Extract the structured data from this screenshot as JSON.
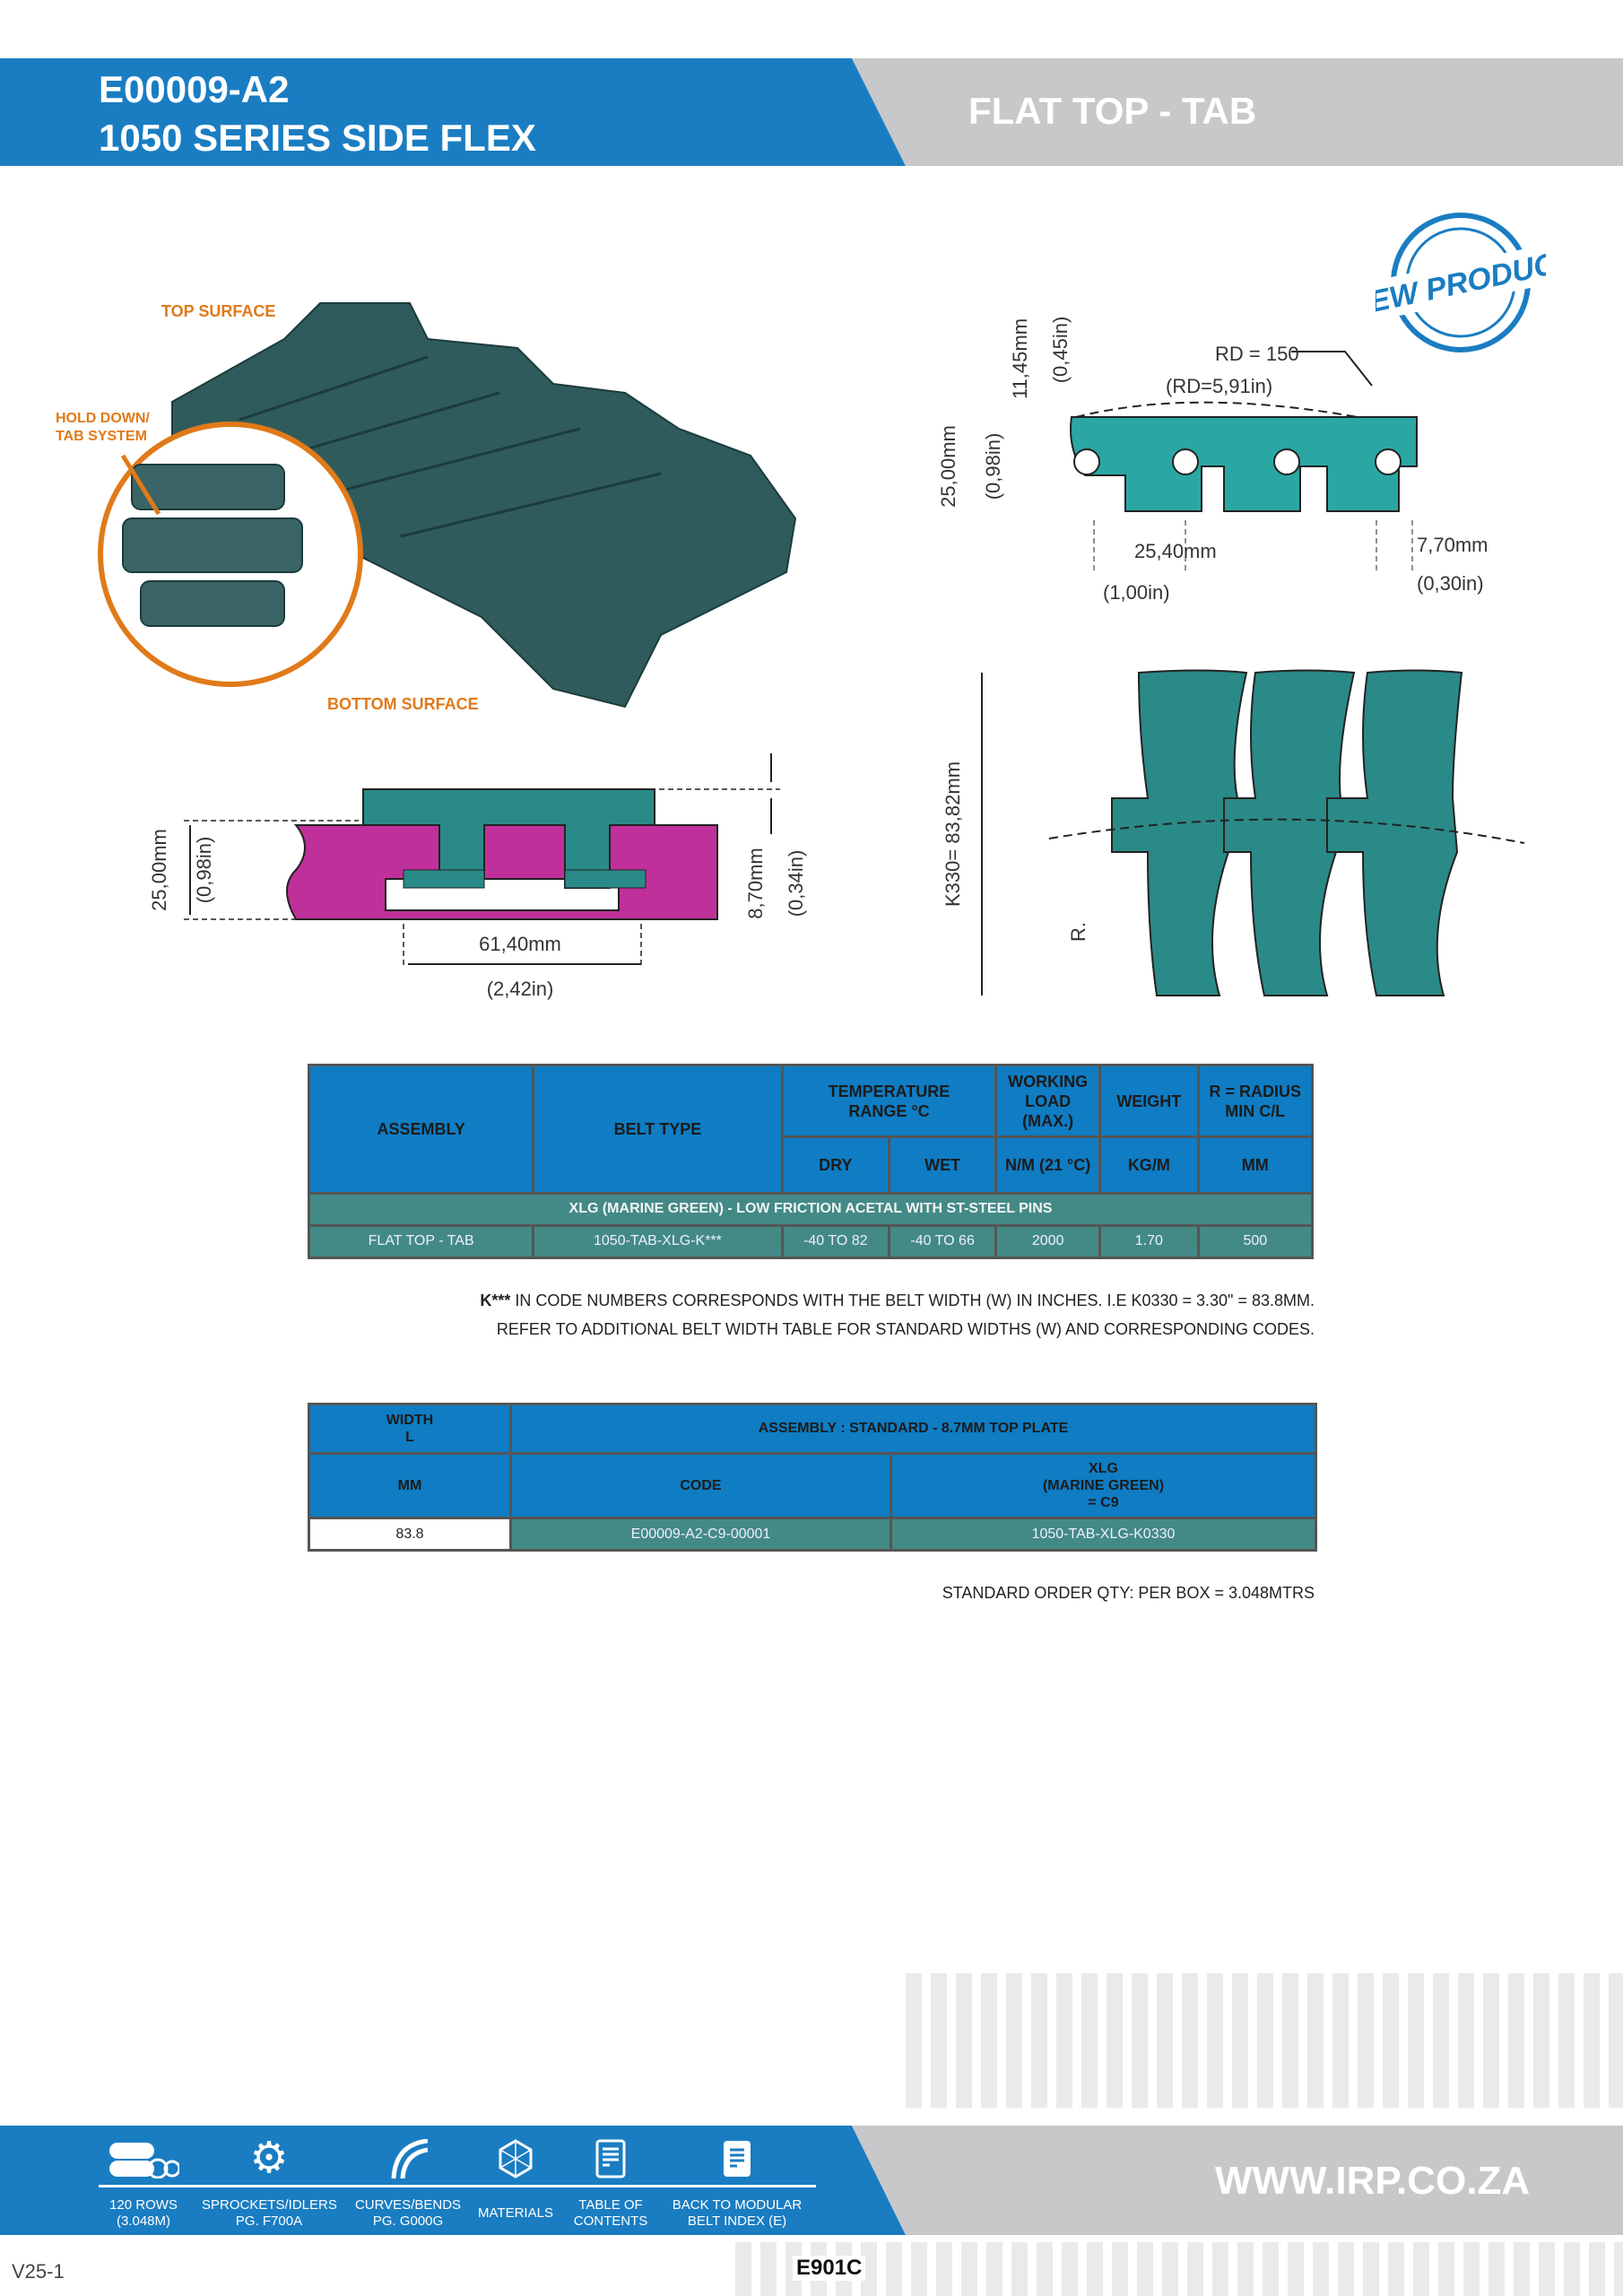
{
  "header": {
    "code": "E00009-A2",
    "series": "1050 SERIES SIDE FLEX",
    "product": "FLAT TOP - TAB"
  },
  "stamp": {
    "text": "NEW PRODUCT"
  },
  "photo_labels": {
    "top": "TOP SURFACE",
    "hold": "HOLD DOWN/\nTAB SYSTEM",
    "bottom": "BOTTOM SURFACE"
  },
  "drawings": {
    "side": {
      "h_mm": "25,00mm",
      "h_in": "(0,98in)",
      "w_mm": "61,40mm",
      "w_in": "(2,42in)",
      "t_mm": "8,70mm",
      "t_in": "(0,34in)"
    },
    "profile": {
      "rd": "RD = 150",
      "rd_in": "(RD=5,91in)",
      "top_mm": "11,45mm",
      "top_in": "(0,45in)",
      "h_mm": "25,00mm",
      "h_in": "(0,98in)",
      "p_mm": "25,40mm",
      "p_in": "(1,00in)",
      "g_mm": "7,70mm",
      "g_in": "(0,30in)"
    },
    "plan": {
      "width": "K330= 83,82mm",
      "radius": "R."
    }
  },
  "table1": {
    "headers": {
      "assembly": "ASSEMBLY",
      "belt_type": "BELT TYPE",
      "temp": "TEMPERATURE RANGE °C",
      "load": "WORKING LOAD (MAX.)",
      "weight": "WEIGHT",
      "radius": "R = RADIUS MIN C/L",
      "dry": "DRY",
      "wet": "WET",
      "load_unit": "N/M (21 °C)",
      "weight_unit": "KG/M",
      "radius_unit": "MM"
    },
    "material": "XLG (MARINE GREEN) - LOW FRICTION ACETAL WITH ST-STEEL PINS",
    "row": {
      "assembly": "FLAT TOP - TAB",
      "belt_type": "1050-TAB-XLG-K***",
      "dry": "-40 TO 82",
      "wet": "-40 TO 66",
      "load": "2000",
      "weight": "1.70",
      "radius": "500"
    }
  },
  "notes": {
    "bold": "K***",
    "line1": " IN CODE NUMBERS CORRESPONDS WITH THE BELT WIDTH (W) IN INCHES. I.E K0330 = 3.30\" = 83.8MM.",
    "line2": "REFER TO ADDITIONAL BELT WIDTH TABLE FOR STANDARD WIDTHS (W) AND CORRESPONDING CODES."
  },
  "table2": {
    "headers": {
      "width": "WIDTH\nL",
      "assembly": "ASSEMBLY : STANDARD - 8.7MM TOP PLATE",
      "mm": "MM",
      "code": "CODE",
      "xlg": "XLG\n(MARINE GREEN)\n= C9"
    },
    "row": {
      "mm": "83.8",
      "code": "E00009-A2-C9-00001",
      "xlg": "1050-TAB-XLG-K0330"
    }
  },
  "order_qty": "STANDARD ORDER QTY: PER BOX = 3.048MTRS",
  "footer": {
    "items": [
      {
        "icon": "rolls-icon",
        "label": "120 ROWS\n(3.048M)"
      },
      {
        "icon": "gear-icon",
        "label": "SPROCKETS/IDLERS\nPG.  F700A"
      },
      {
        "icon": "curve-icon",
        "label": "CURVES/BENDS\nPG. G000G"
      },
      {
        "icon": "materials-icon",
        "label": "MATERIALS"
      },
      {
        "icon": "document-icon",
        "label": "TABLE OF\nCONTENTS"
      },
      {
        "icon": "index-icon",
        "label": "BACK TO MODULAR\nBELT INDEX (E)"
      }
    ],
    "website": "WWW.IRP.CO.ZA",
    "version": "V25-1",
    "page": "E901C"
  },
  "colors": {
    "blue": "#1a7dc2",
    "gray": "#c8c8ca",
    "teal": "#438a87",
    "orange": "#e07a1a",
    "magenta": "#c0309a",
    "belt": "#2a8a88"
  }
}
